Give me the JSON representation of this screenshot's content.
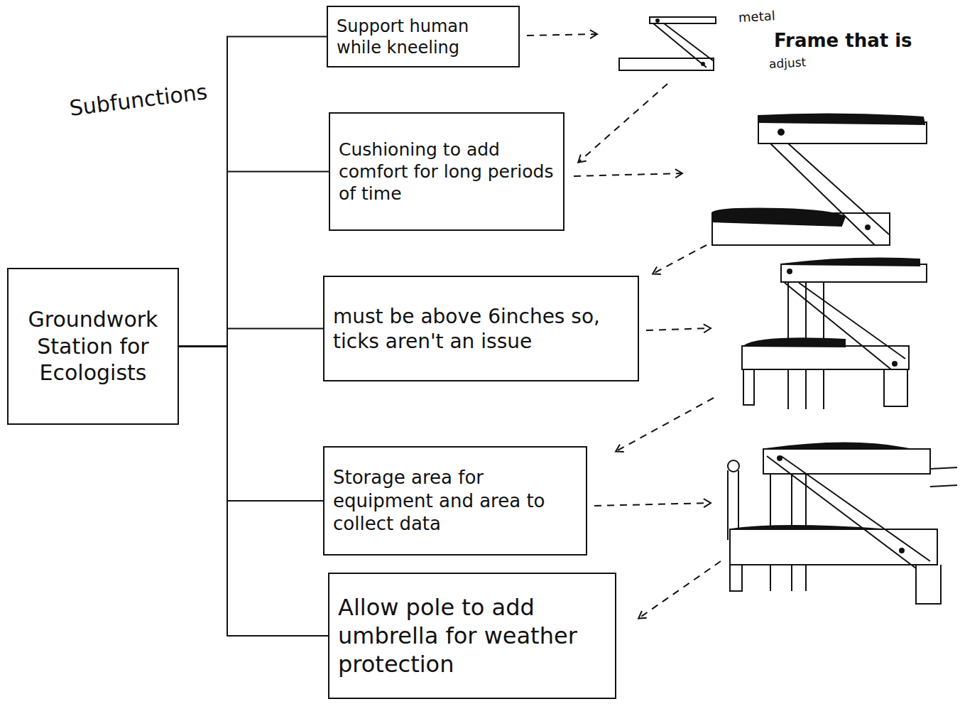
{
  "diagram": {
    "nodes": [
      {
        "text": [
          "Groundwork Station for Ecologists"
        ]
      },
      {
        "text": [
          "Support human while kneeling"
        ]
      },
      {
        "text": [
          "Cushioning to add comfort for long periods of time"
        ]
      },
      {
        "text": [
          "must be above 6inches so, ticks aren't an issue"
        ]
      },
      {
        "text": [
          "Storage area for equipment and area to collect data"
        ]
      },
      {
        "text": [
          "Allow pole to add umbrella for weather protection"
        ]
      }
    ],
    "edges": [
      {
        "from": 0,
        "to": 1,
        "arrow": "none"
      },
      {
        "from": 0,
        "to": 2,
        "arrow": "none"
      },
      {
        "from": 0,
        "to": 3,
        "arrow": "none"
      },
      {
        "from": 0,
        "to": 4,
        "arrow": "none"
      },
      {
        "from": 0,
        "to": 5,
        "arrow": "none"
      }
    ],
    "labels": [
      "Subfunctions",
      "metal",
      "Frame that is",
      "adjust"
    ]
  }
}
